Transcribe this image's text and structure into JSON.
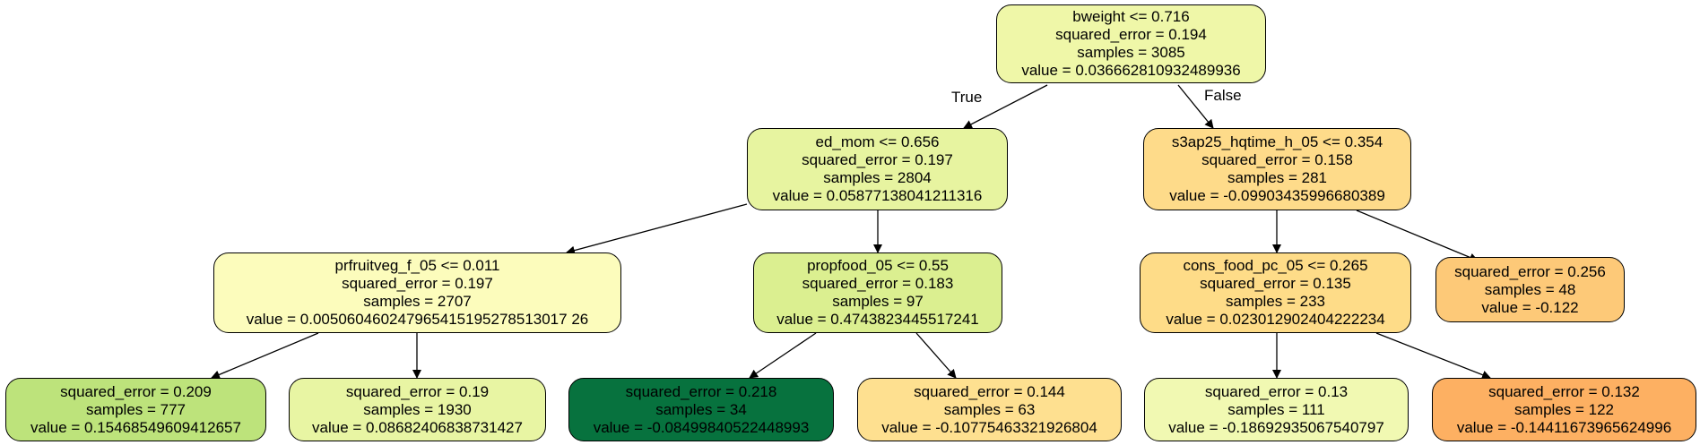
{
  "tree": {
    "nodes": [
      {
        "id": "n0",
        "lines": [
          "bweight <= 0.716",
          "squared_error = 0.194",
          "samples = 3085",
          "value = 0.036662810932489936"
        ],
        "fill": "#eff7a8"
      },
      {
        "id": "n1",
        "lines": [
          "ed_mom <= 0.656",
          "squared_error = 0.197",
          "samples = 2804",
          "value = 0.05877138041211316"
        ],
        "fill": "#e7f4a0"
      },
      {
        "id": "n2",
        "lines": [
          "s3ap25_hqtime_h_05 <= 0.354",
          "squared_error = 0.158",
          "samples = 281",
          "value = -0.09903435996680389"
        ],
        "fill": "#fedb8a"
      },
      {
        "id": "n3",
        "lines": [
          "prfruitveg_f_05 <= 0.011",
          "squared_error = 0.197",
          "samples = 2707",
          "value = 0.005060460247965415195278513017 26"
        ],
        "fill": "#fcfcbc"
      },
      {
        "id": "n4",
        "lines": [
          "propfood_05 <= 0.55",
          "squared_error = 0.183",
          "samples = 97",
          "value = 0.4743823445517241"
        ],
        "fill": "#dbef90"
      },
      {
        "id": "n5",
        "lines": [
          "cons_food_pc_05 <= 0.265",
          "squared_error = 0.135",
          "samples = 233",
          "value = 0.023012902404222234"
        ],
        "fill": "#fedc88"
      },
      {
        "id": "n6",
        "lines": [
          "squared_error = 0.256",
          "samples = 48",
          "value = -0.122"
        ],
        "fill": "#fdc978"
      },
      {
        "id": "n7",
        "lines": [
          "squared_error = 0.209",
          "samples = 777",
          "value = 0.15468549609412657"
        ],
        "fill": "#bde37b"
      },
      {
        "id": "n8",
        "lines": [
          "squared_error = 0.19",
          "samples = 1930",
          "value = 0.08682406838731427"
        ],
        "fill": "#e8f5a3"
      },
      {
        "id": "n9",
        "lines": [
          "squared_error = 0.218",
          "samples = 34",
          "value = -0.08499840522448993"
        ],
        "fill": "#07723e"
      },
      {
        "id": "n10",
        "lines": [
          "squared_error = 0.144",
          "samples = 63",
          "value = -0.10775463321926804"
        ],
        "fill": "#fee090"
      },
      {
        "id": "n11",
        "lines": [
          "squared_error = 0.13",
          "samples = 111",
          "value = -0.18692935067540797"
        ],
        "fill": "#f1f9b2"
      },
      {
        "id": "n12",
        "lines": [
          "squared_error = 0.132",
          "samples = 122",
          "value = -0.14411673965624996"
        ],
        "fill": "#fdb062"
      }
    ],
    "edges": [
      {
        "from": "n0",
        "to": "n1",
        "label": "True"
      },
      {
        "from": "n0",
        "to": "n2",
        "label": "False"
      },
      {
        "from": "n1",
        "to": "n3"
      },
      {
        "from": "n1",
        "to": "n4"
      },
      {
        "from": "n3",
        "to": "n7"
      },
      {
        "from": "n3",
        "to": "n8"
      },
      {
        "from": "n4",
        "to": "n9"
      },
      {
        "from": "n4",
        "to": "n10"
      },
      {
        "from": "n2",
        "to": "n5"
      },
      {
        "from": "n2",
        "to": "n6"
      },
      {
        "from": "n5",
        "to": "n11"
      },
      {
        "from": "n5",
        "to": "n12"
      }
    ]
  }
}
